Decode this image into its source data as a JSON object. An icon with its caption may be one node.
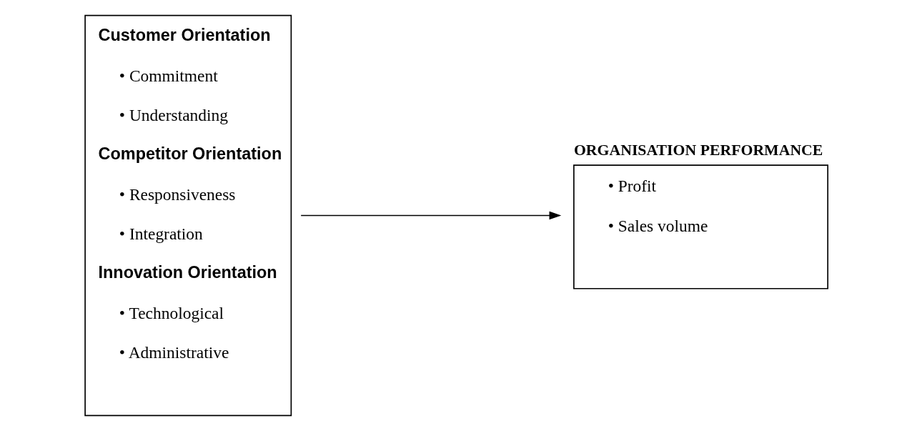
{
  "diagram": {
    "nodes": [
      {
        "text": [
          "Customer Orientation",
          "• Commitment",
          "• Understanding",
          "Competitor Orientation",
          "• Responsiveness",
          "• Integration",
          "Innovation Orientation",
          "• Technological",
          "• Administrative"
        ]
      },
      {
        "text": [
          "ORGANISATION PERFORMANCE",
          "• Profit",
          "• Sales volume"
        ]
      }
    ],
    "edges": [
      {
        "from": 0,
        "to": 1,
        "arrow": "to"
      }
    ]
  }
}
